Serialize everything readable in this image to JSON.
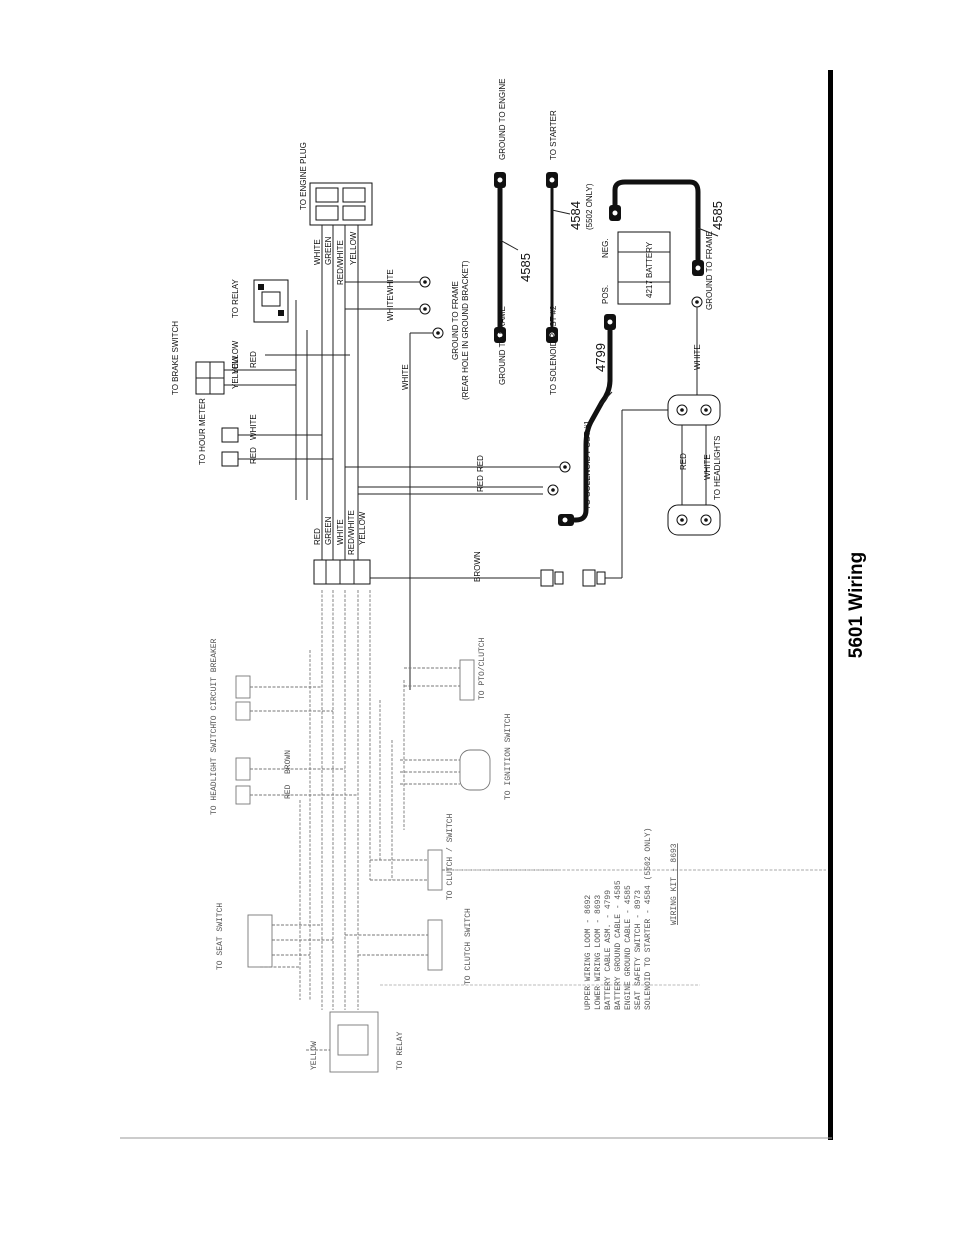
{
  "title": "5601 Wiring",
  "destinations": {
    "engine_plug": "TO ENGINE PLUG",
    "relay_top": "TO RELAY",
    "brake_switch": "TO BRAKE SWITCH",
    "hour_meter": "TO HOUR METER",
    "ground_frame_note": "GROUND TO FRAME",
    "ground_frame_note2": "(REAR HOLE IN GROUND BRACKET)",
    "ground_engine": "GROUND TO ENGINE",
    "to_starter": "TO STARTER",
    "ground_to_frame_a": "GROUND TO FRAME",
    "solenoid_post2": "TO SOLENOID POST #2",
    "solenoid_post1": "TO SOLENOID POST #1",
    "ground_to_frame_b": "GROUND TO FRAME",
    "headlights": "TO HEADLIGHTS",
    "circuit_breaker": "TO CIRCUIT BREAKER",
    "headlight_switch": "TO HEADLIGHT SWITCH",
    "seat_switch": "TO SEAT SWITCH",
    "relay_bottom": "TO RELAY",
    "ignition_switch": "TO IGNITION SWITCH",
    "clutch_switch": "TO CLUTCH SWITCH",
    "clutch_switch2": "TO CLUTCH / SWITCH",
    "pto_clutch": "TO PTO/CLUTCH"
  },
  "wire_colors": {
    "white": "WHITE",
    "green": "GREEN",
    "red_white": "RED/WHITE",
    "yellow": "YELLOW",
    "red": "RED",
    "brown": "BROWN"
  },
  "battery": {
    "label": "4217 BATTERY",
    "pos": "POS.",
    "neg": "NEG."
  },
  "part_numbers": {
    "cable_a": "4585",
    "cable_b": "4584",
    "cable_b_note": "(5502 ONLY)",
    "cable_c": "4585",
    "cable_d": "4799"
  },
  "parts_list": [
    "UPPER WIRING LOOM - 8692",
    "LOWER WIRING LOOM - 8693",
    "BATTERY CABLE ASM. - 4799",
    "BATTERY GROUND CABLE - 4585",
    "ENGINE GROUND CABLE - 4585",
    "SEAT SAFETY SWITCH - 8973",
    "SOLENOID TO STARTER - 4584 (5502 ONLY)"
  ],
  "wiring_kit": "WIRING KIT - 8693"
}
